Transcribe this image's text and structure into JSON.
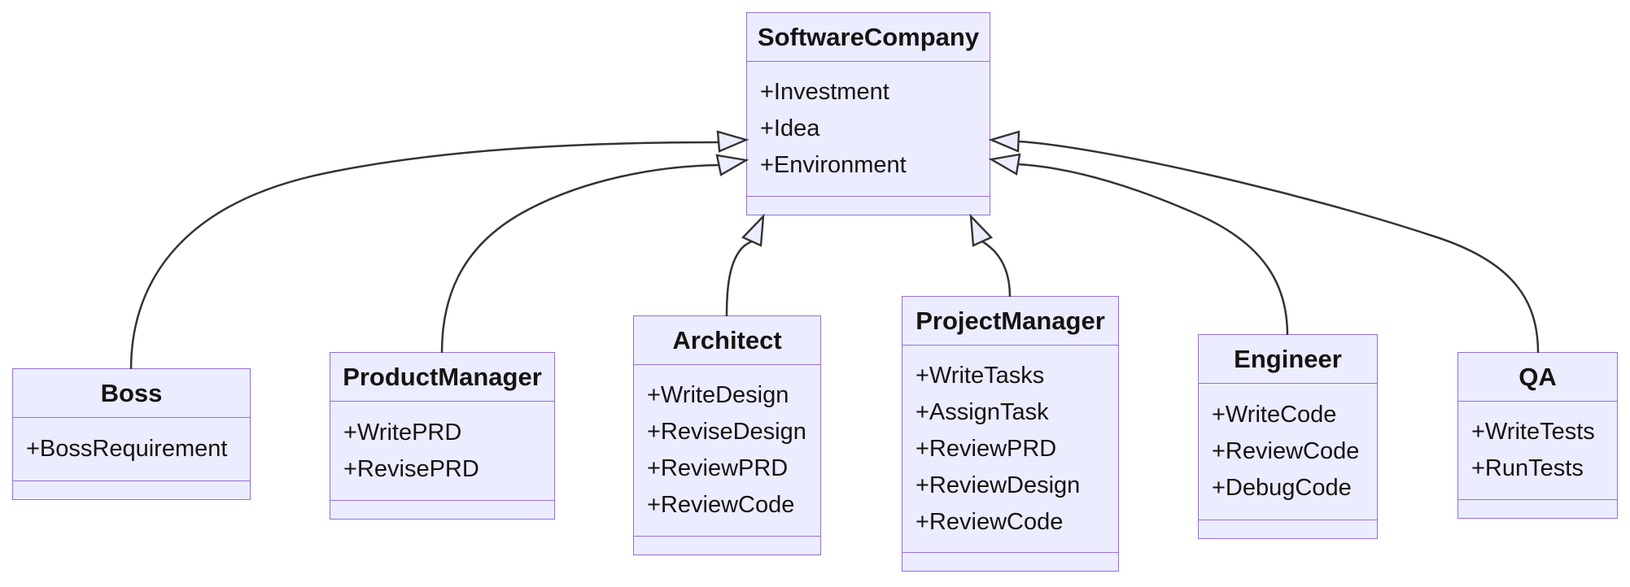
{
  "diagram": {
    "kind": "uml-class-diagram",
    "background_color": "#ffffff",
    "colors": {
      "node_fill": "#ECECFF",
      "node_border": "#9370DB",
      "edge_line": "#333333",
      "text": "#141414"
    },
    "classes": [
      {
        "id": "software-company",
        "name": "SoftwareCompany",
        "members": [
          "+Investment",
          "+Idea",
          "+Environment"
        ]
      },
      {
        "id": "boss",
        "name": "Boss",
        "members": [
          "+BossRequirement"
        ]
      },
      {
        "id": "product-manager",
        "name": "ProductManager",
        "members": [
          "+WritePRD",
          "+RevisePRD"
        ]
      },
      {
        "id": "architect",
        "name": "Architect",
        "members": [
          "+WriteDesign",
          "+ReviseDesign",
          "+ReviewPRD",
          "+ReviewCode"
        ]
      },
      {
        "id": "project-manager",
        "name": "ProjectManager",
        "members": [
          "+WriteTasks",
          "+AssignTask",
          "+ReviewPRD",
          "+ReviewDesign",
          "+ReviewCode"
        ]
      },
      {
        "id": "engineer",
        "name": "Engineer",
        "members": [
          "+WriteCode",
          "+ReviewCode",
          "+DebugCode"
        ]
      },
      {
        "id": "qa",
        "name": "QA",
        "members": [
          "+WriteTests",
          "+RunTests"
        ]
      }
    ],
    "relations": [
      {
        "from": "Boss",
        "to": "SoftwareCompany",
        "type": "inheritance"
      },
      {
        "from": "ProductManager",
        "to": "SoftwareCompany",
        "type": "inheritance"
      },
      {
        "from": "Architect",
        "to": "SoftwareCompany",
        "type": "inheritance"
      },
      {
        "from": "ProjectManager",
        "to": "SoftwareCompany",
        "type": "inheritance"
      },
      {
        "from": "Engineer",
        "to": "SoftwareCompany",
        "type": "inheritance"
      },
      {
        "from": "QA",
        "to": "SoftwareCompany",
        "type": "inheritance"
      }
    ]
  }
}
